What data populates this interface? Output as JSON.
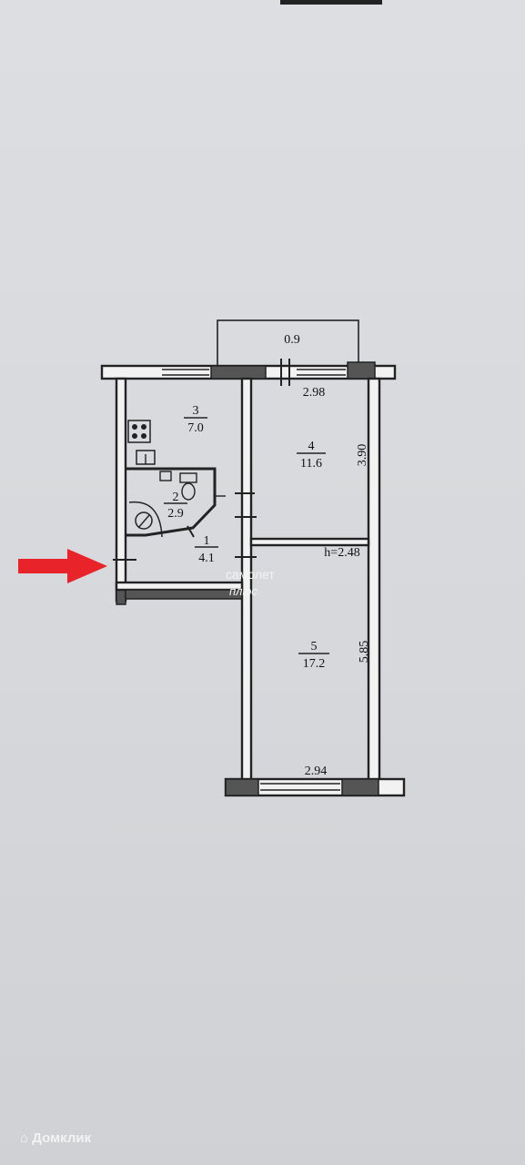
{
  "rooms": [
    {
      "number": "3",
      "area": "7.0"
    },
    {
      "number": "4",
      "area": "11.6"
    },
    {
      "number": "2",
      "area": "2.9"
    },
    {
      "number": "1",
      "area": "4.1"
    },
    {
      "number": "5",
      "area": "17.2"
    }
  ],
  "dimensions": {
    "balcony": "0.9",
    "room4_width": "2.98",
    "room4_depth": "3.90",
    "ceiling_height": "h=2.48",
    "room5_depth": "5.85",
    "room5_width": "2.94"
  },
  "watermark": {
    "line1": "самолет",
    "line2": "плюс"
  },
  "app": {
    "name": "Домклик"
  },
  "colors": {
    "arrow": "#e8232a",
    "background": "#d9dbde"
  }
}
